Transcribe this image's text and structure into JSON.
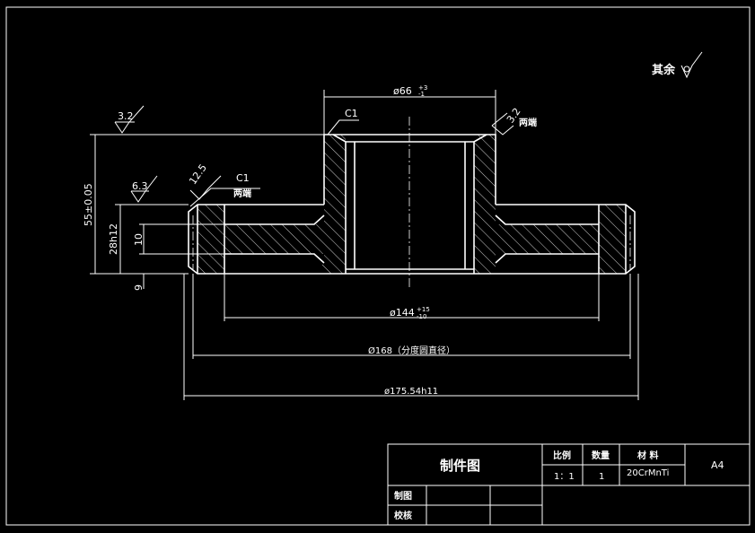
{
  "roughness": {
    "general": "其余",
    "r32": "3.2",
    "r63": "6.3",
    "r125": "12.5",
    "r32b": "3.2"
  },
  "chamfers": {
    "c1_top": "C1",
    "c1_left": "C1",
    "both_ends_1": "两端",
    "both_ends_2": "两端"
  },
  "dimensions": {
    "bore": "ø66",
    "bore_tol_upper": "+3",
    "bore_tol_lower": "-1",
    "height": "55±0.05",
    "flange_thickness": "28h12",
    "slot_depth": "10",
    "bottom_offset": "9",
    "recess_dia": "ø144",
    "recess_tol_upper": "+15",
    "recess_tol_lower": "-10",
    "pitch_dia": "Ø168（分度圆直径）",
    "outer_dia": "ø175.54h11"
  },
  "title_block": {
    "title": "制件图",
    "col_scale": "比例",
    "col_qty": "数量",
    "col_material": "材  料",
    "scale": "1：1",
    "qty": "1",
    "material": "20CrMnTi",
    "sheet": "A4",
    "drawn_by": "制图",
    "checked_by": "校核"
  }
}
